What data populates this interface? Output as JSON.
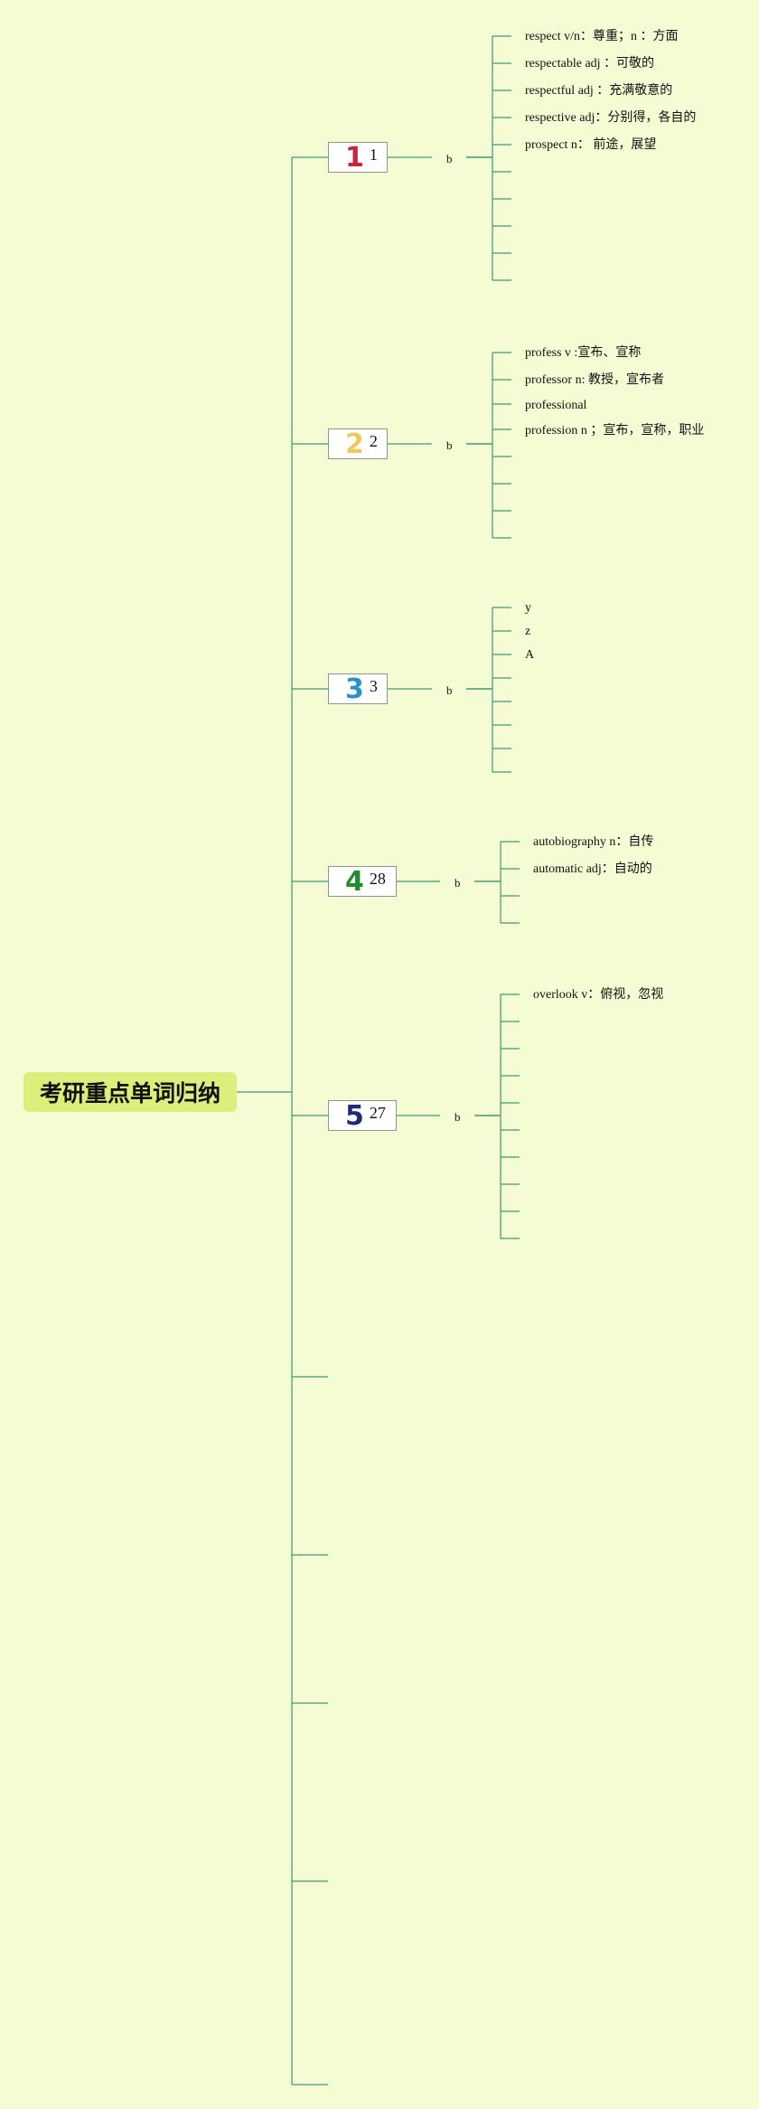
{
  "root": {
    "title": "考研重点单词归纳"
  },
  "colors": {
    "line": "#3e9a74",
    "badge_1": "#c8243c",
    "badge_2": "#ecc95a",
    "badge_3": "#2a91c9",
    "badge_4": "#1f8f2c",
    "badge_5": "#1f2a7a"
  },
  "branches": [
    {
      "badge": "1",
      "label": "1",
      "sub": "b",
      "leaves": [
        "respect v/n：尊重；n ：方面",
        "respectable adj ：可敬的",
        "respectful adj ：充满敬意的",
        "respective adj：分别得，各自的",
        "prospect n： 前途，展望",
        "",
        "",
        "",
        "",
        ""
      ]
    },
    {
      "badge": "2",
      "label": "2",
      "sub": "b",
      "leaves": [
        "profess v :宣布、宣称",
        "professor n: 教授，宣布者",
        "professional",
        "profession n ；宣布，宣称，职业",
        "",
        "",
        "",
        ""
      ]
    },
    {
      "badge": "3",
      "label": "3",
      "sub": "b",
      "leaves": [
        "y",
        "z",
        "A",
        "",
        "",
        "",
        "",
        ""
      ]
    },
    {
      "badge": "4",
      "label": "28",
      "sub": "b",
      "leaves": [
        "autobiography n：自传",
        "automatic adj：自动的",
        "",
        ""
      ]
    },
    {
      "badge": "5",
      "label": "27",
      "sub": "b",
      "leaves": [
        "overlook v：俯视，忽视",
        "",
        "",
        "",
        "",
        "",
        "",
        "",
        "",
        ""
      ]
    }
  ]
}
